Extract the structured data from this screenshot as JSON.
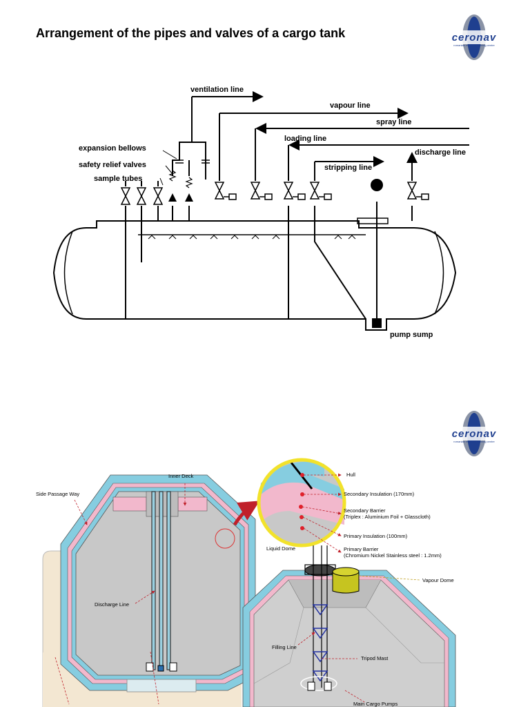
{
  "page": {
    "title": "Arrangement of the pipes and valves of a cargo tank"
  },
  "logo": {
    "word": "ceronav",
    "sub": "romanian maritime training centre",
    "colors": {
      "primary": "#1f3f8f",
      "secondary": "#8a93a6"
    }
  },
  "diagram1": {
    "labels": {
      "ventilation": "ventilation line",
      "vapour": "vapour line",
      "spray": "spray line",
      "loading": "loading line",
      "discharge": "discharge line",
      "stripping": "stripping line",
      "bellows": "expansion bellows",
      "relief": "safety relief valves",
      "sample": "sample tubes",
      "sump": "pump sump"
    }
  },
  "diagram2": {
    "labels": {
      "inner_deck": "Inner Deck",
      "side_passage": "Side Passage Way",
      "discharge_line": "Discharge Line",
      "hull": "Hull",
      "sec_insulation": "Secondary Insulation (170mm)",
      "sec_barrier": "Secondary Barrier",
      "sec_barrier_detail": "(Triplex : Aluminium Foil + Glasscloth)",
      "pri_insulation": "Primary Insulation (100mm)",
      "pri_barrier": "Primary Barrier",
      "pri_barrier_detail": "(Chromium Nickel Stainless steel : 1.2mm)",
      "liquid_dome": "Liquid Dome",
      "vapour_dome": "Vapour Dome",
      "filling_line": "Filling Line",
      "tripod_mast": "Tripod Mast",
      "main_pumps": "Main Cargo Pumps"
    },
    "colors": {
      "hull": "#f3e7d2",
      "insulation": "#86cde0",
      "barrier": "#f2b8cc",
      "interior": "#c8c8c8",
      "dome": "#c6c420"
    }
  }
}
